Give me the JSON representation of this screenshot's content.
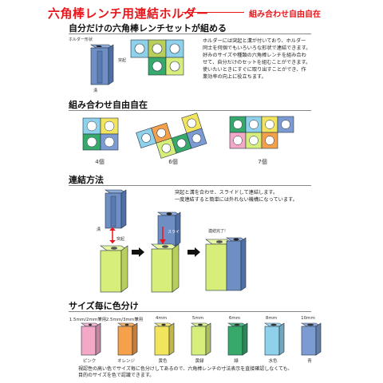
{
  "header": {
    "title": "六角棒レンチ用連結ホルダー",
    "tagline": "組み合わせ自由自在"
  },
  "section1": {
    "heading": "自分だけの六角棒レンチセットが組める",
    "holder_caption": "ホルダー形状",
    "protrusion_label": "突起",
    "groove_label": "溝",
    "description": [
      "ホルダーには突起と溝が付いており、ホルダー",
      "同士を何個でもいろいろな形状で連結できます。",
      "好みのサイズや種類の六角棒レンチを組み合わ",
      "せて、自分だけのセットを組むことができます。",
      "使いたいときにすぐに取り出すことができ、作",
      "業効率の向上に役立ちます。"
    ]
  },
  "section2": {
    "heading": "組み合わせ自由自在",
    "counts": [
      "4個",
      "6個",
      "7個"
    ]
  },
  "section3": {
    "heading": "連結方法",
    "description": [
      "突起と溝を合わせ、スライドして連結します。",
      "一度連結すると簡単には外れない機構になっています。"
    ],
    "groove_label": "溝",
    "protrusion_label": "突起",
    "slide_label": "スライド",
    "complete_label": "連結完了!"
  },
  "section4": {
    "heading": "サイズ毎に色分け",
    "holders": [
      {
        "size": "1.5mm/2mm兼用",
        "color_name": "ピンク",
        "hex": "#f3a9c6"
      },
      {
        "size": "2.5mm/3mm兼用",
        "color_name": "オレンジ",
        "hex": "#f5a04a"
      },
      {
        "size": "4mm",
        "color_name": "黄色",
        "hex": "#f2e45c"
      },
      {
        "size": "5mm",
        "color_name": "黄緑",
        "hex": "#d7ee7a"
      },
      {
        "size": "6mm",
        "color_name": "緑",
        "hex": "#36a96b"
      },
      {
        "size": "8mm",
        "color_name": "水色",
        "hex": "#8fd0ea"
      },
      {
        "size": "10mm",
        "color_name": "青",
        "hex": "#7c9bd2"
      }
    ],
    "footnote": [
      "視認性の高い色でサイズ毎に色分けしてあるので、六角棒レンチの寸法表示を直接確認しなくても、",
      "目的のサイズを色で認識できます。"
    ]
  },
  "colors": {
    "accent_red": "#e8161b",
    "holder_blue": "#6f8fc4",
    "holder_green": "#d7ee7a"
  }
}
